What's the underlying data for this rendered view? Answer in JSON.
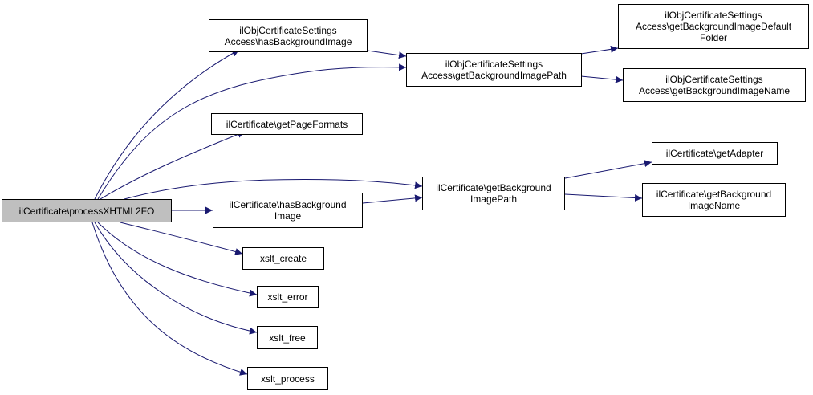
{
  "colors": {
    "edge": "#191970",
    "root_fill": "#bfbfbf",
    "node_fill": "#ffffff",
    "border": "#000000"
  },
  "nodes": {
    "process_xhtml2fo": {
      "lines": [
        "ilCertificate\\processXHTML2FO"
      ]
    },
    "obj_has_bg_image": {
      "lines": [
        "ilObjCertificateSettings",
        "Access\\hasBackgroundImage"
      ]
    },
    "obj_get_bg_image_path": {
      "lines": [
        "ilObjCertificateSettings",
        "Access\\getBackgroundImagePath"
      ]
    },
    "obj_get_bg_image_default_folder": {
      "lines": [
        "ilObjCertificateSettings",
        "Access\\getBackgroundImageDefault",
        "Folder"
      ]
    },
    "obj_get_bg_image_name": {
      "lines": [
        "ilObjCertificateSettings",
        "Access\\getBackgroundImageName"
      ]
    },
    "get_page_formats": {
      "lines": [
        "ilCertificate\\getPageFormats"
      ]
    },
    "get_background_image_path": {
      "lines": [
        "ilCertificate\\getBackground",
        "ImagePath"
      ]
    },
    "get_adapter": {
      "lines": [
        "ilCertificate\\getAdapter"
      ]
    },
    "get_background_image_name": {
      "lines": [
        "ilCertificate\\getBackground",
        "ImageName"
      ]
    },
    "has_background_image": {
      "lines": [
        "ilCertificate\\hasBackground",
        "Image"
      ]
    },
    "xslt_create": {
      "lines": [
        "xslt_create"
      ]
    },
    "xslt_error": {
      "lines": [
        "xslt_error"
      ]
    },
    "xslt_free": {
      "lines": [
        "xslt_free"
      ]
    },
    "xslt_process": {
      "lines": [
        "xslt_process"
      ]
    }
  }
}
